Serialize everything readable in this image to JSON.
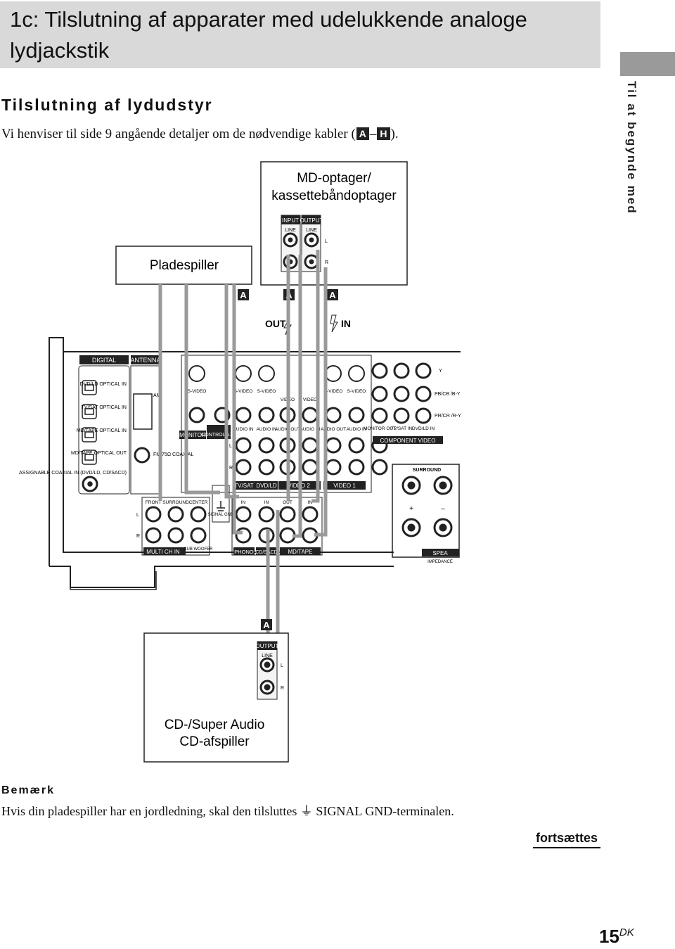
{
  "header": {
    "title": "1c: Tilslutning af apparater med udelukkende analoge lydjackstik"
  },
  "side_tab": {
    "label": "Til at begynde med"
  },
  "section": {
    "heading": "Tilslutning af lydudstyr",
    "intro_prefix": "Vi henviser til side 9 angående detaljer om de nødvendige kabler (",
    "cable_from": "A",
    "dash": "–",
    "cable_to": "H",
    "intro_suffix": ")."
  },
  "diagram": {
    "md_recorder": {
      "title_line1": "MD-optager/",
      "title_line2": "kassettebåndoptager",
      "input": "INPUT",
      "output": "OUTPUT",
      "line_in": "LINE",
      "line_out": "LINE",
      "left": "L",
      "right": "R"
    },
    "turntable": {
      "title": "Pladespiller"
    },
    "cable_labels": [
      "A",
      "A",
      "A",
      "A"
    ],
    "signal_out": "OUT",
    "signal_in": "IN",
    "receiver": {
      "digital": "DIGITAL",
      "antenna": "ANTENNA",
      "dvd_optical": "DVD/LD OPTICAL IN",
      "tv_optical": "TV/SAT OPTICAL IN",
      "md_optical_in": "MD/TAPE OPTICAL IN",
      "md_optical_out": "MD/TAPE OPTICAL OUT",
      "coaxial": "ASSIGNABLE COAXIAL IN (DVD/LD, CD/SACD)",
      "am": "AM",
      "fm": "FM 75Ω COAXIAL",
      "monitor": "MONITOR",
      "control": "CONTROL A1 Ⅱ",
      "svideo": "S-VIDEO",
      "video": "VIDEO",
      "audio_in": "AUDIO IN",
      "audio_out": "AUDIO OUT",
      "in": "IN",
      "out": "OUT",
      "tv_sat": "TV/SAT",
      "dvd_ld": "DVD/LD",
      "video2": "VIDEO 2",
      "video1": "VIDEO 1",
      "y": "Y",
      "pb": "PB/CB /B-Y",
      "pr": "PR/CR /R-Y",
      "monitor_out": "MONITOR OUT",
      "tv_sat_in": "TV/SAT IN",
      "dvd_ld_in": "DVD/LD IN",
      "component_video": "COMPONENT VIDEO",
      "surround": "SURROUND",
      "plus": "+",
      "minus": "–",
      "speakers": "SPEA",
      "impedance": "IMPEDANCE",
      "front": "FRONT",
      "surround_small": "SURROUND",
      "center": "CENTER",
      "sub_woofer": "SUB WOOFER",
      "multi_ch_in": "MULTI CH IN",
      "signal_gnd": "SIGNAL GND",
      "phono": "PHONO",
      "cd_sacd": "CD/SACD",
      "md_tape": "MD/TAPE",
      "left": "L",
      "right": "R"
    },
    "cd_player": {
      "output": "OUTPUT",
      "line": "LINE",
      "left": "L",
      "right": "R",
      "title_line1": "CD-/Super Audio",
      "title_line2": "CD-afspiller"
    }
  },
  "note": {
    "heading": "Bemærk",
    "text": "Hvis din pladespiller har en jordledning, skal den tilsluttes ⏚ SIGNAL GND-terminalen."
  },
  "footer": {
    "continue": "fortsættes",
    "page_number": "15",
    "page_suffix": "DK"
  }
}
